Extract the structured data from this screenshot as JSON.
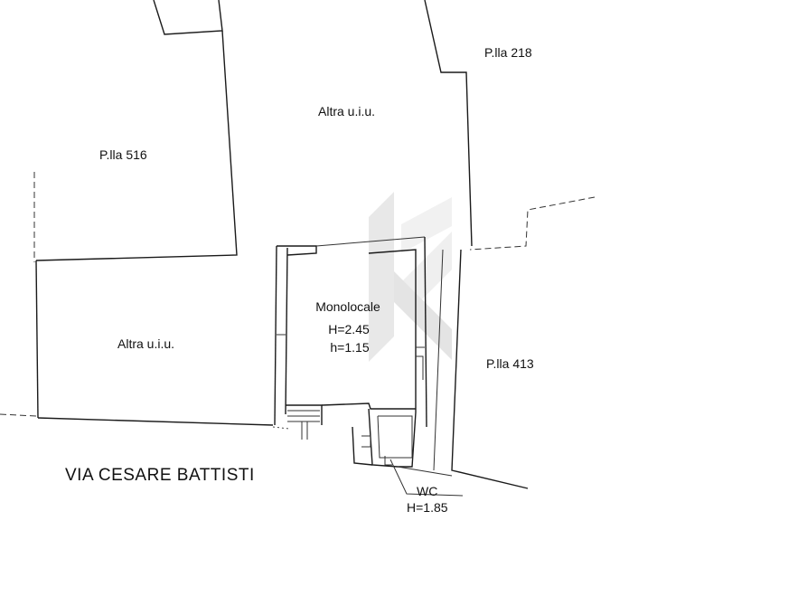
{
  "plan": {
    "parcels": {
      "p516": "P.lla 516",
      "p218": "P.lla 218",
      "p413": "P.lla 413"
    },
    "units": {
      "altra_top": "Altra u.i.u.",
      "altra_left": "Altra u.i.u."
    },
    "room": {
      "name": "Monolocale",
      "height_main": "H=2.45",
      "height_low": "h=1.15"
    },
    "wc": {
      "name": "WC",
      "height": "H=1.85"
    },
    "street": "VIA CESARE BATTISTI"
  },
  "colors": {
    "line": "#1a1a1a",
    "watermark": "#d0d0d0",
    "background": "#ffffff"
  }
}
